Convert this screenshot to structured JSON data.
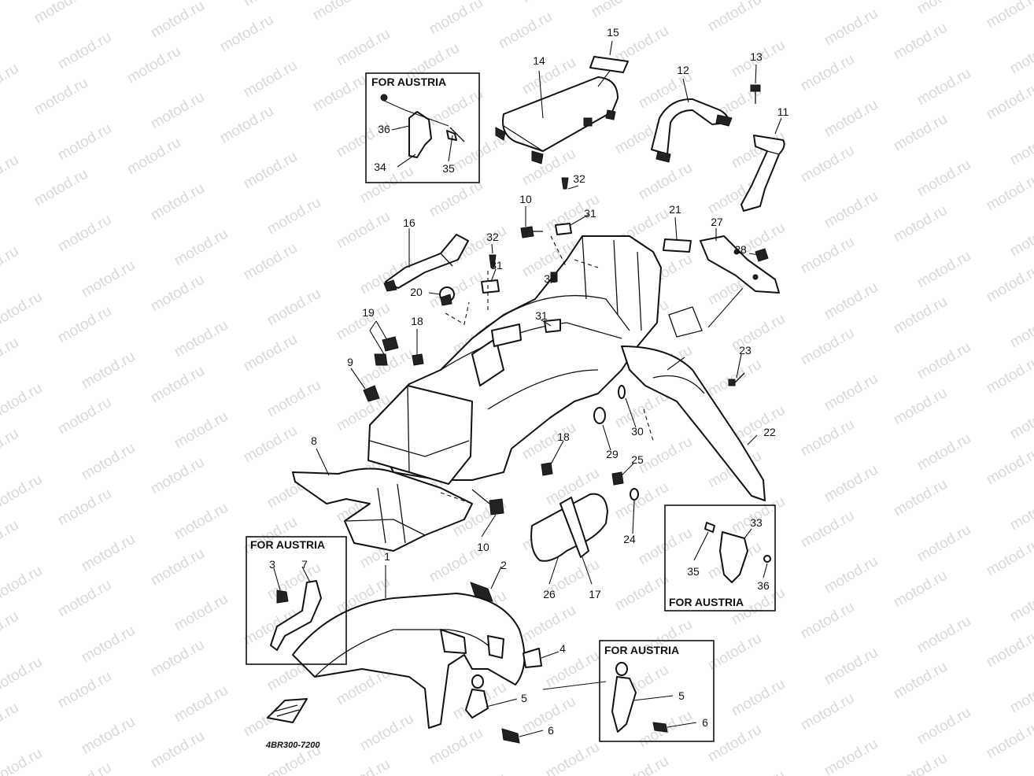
{
  "watermark_text": "motod.ru",
  "diagram_code": "4BR300-7200",
  "inset_boxes": [
    {
      "label": "FOR AUSTRIA"
    },
    {
      "label": "FOR AUSTRIA"
    },
    {
      "label": "FOR AUSTRIA"
    },
    {
      "label": "FOR AUSTRIA"
    }
  ],
  "callouts": [
    {
      "number": "1"
    },
    {
      "number": "2"
    },
    {
      "number": "3"
    },
    {
      "number": "4"
    },
    {
      "number": "5"
    },
    {
      "number": "5"
    },
    {
      "number": "6"
    },
    {
      "number": "6"
    },
    {
      "number": "7"
    },
    {
      "number": "8"
    },
    {
      "number": "9"
    },
    {
      "number": "10"
    },
    {
      "number": "10"
    },
    {
      "number": "11"
    },
    {
      "number": "12"
    },
    {
      "number": "13"
    },
    {
      "number": "14"
    },
    {
      "number": "15"
    },
    {
      "number": "16"
    },
    {
      "number": "17"
    },
    {
      "number": "18"
    },
    {
      "number": "18"
    },
    {
      "number": "19"
    },
    {
      "number": "20"
    },
    {
      "number": "21"
    },
    {
      "number": "22"
    },
    {
      "number": "23"
    },
    {
      "number": "24"
    },
    {
      "number": "25"
    },
    {
      "number": "26"
    },
    {
      "number": "27"
    },
    {
      "number": "28"
    },
    {
      "number": "29"
    },
    {
      "number": "30"
    },
    {
      "number": "31"
    },
    {
      "number": "31"
    },
    {
      "number": "31"
    },
    {
      "number": "32"
    },
    {
      "number": "32"
    },
    {
      "number": "32"
    },
    {
      "number": "33"
    },
    {
      "number": "34"
    },
    {
      "number": "35"
    },
    {
      "number": "35"
    },
    {
      "number": "36"
    },
    {
      "number": "36"
    }
  ]
}
